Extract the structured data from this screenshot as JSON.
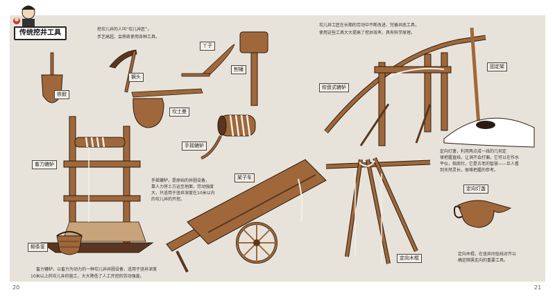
{
  "header": {
    "title": "传统挖井工具"
  },
  "pages": {
    "left_number": "20",
    "right_number": "21"
  },
  "intro": {
    "line1": "挖坎儿井的人叫“坎儿井匠”，",
    "line2": "手艺高超，会熟练使用各种工具。"
  },
  "right_intro": {
    "line1": "坎儿井工匠在长期的劳动中不断改进、完善井底工具，",
    "line2": "使用这些工具大大提高了挖井效率，具有科学原理。"
  },
  "tool_labels": {
    "tiechan": "铁锨",
    "gaotou": "镢头",
    "kantuman": "坎土曼",
    "ganzi": "丫子",
    "paobu": "刨锤",
    "shouyao": "手摇辘轳",
    "jiaoli": "畜力辘轳",
    "pantiaokuang": "柳条筐",
    "jiazi": "架子车",
    "panshi": "绞盘式辘轳",
    "guding": "固定架",
    "dingxiang": "定向木棍",
    "dengzhan": "定向灯盏"
  },
  "descriptions": {
    "shouyao_line1": "手摇辘轳，是原始的井圈设备，",
    "shouyao_line2": "靠人力将土方运至地面，劳动强度",
    "shouyao_line3": "大，只适用于竖井深度在10米以内",
    "shouyao_line4": "的坎儿井的开挖。",
    "jiaoli_line1": "畜力辘轳，以畜力为动力的一种坎儿井井圈设备，适用于竖井深度",
    "jiaoli_line2": "10米以上的坎儿井的施工，大大降低了人工开挖的劳动强度。",
    "dengzhan_line1": "定向灯盏，利用两点成一线的几何定",
    "dengzhan_line2": "律把握直线，让洞不会打偏，它可以在作水",
    "dengzhan_line3": "平仪，指南针。它是古老的智慧——巨人看",
    "dengzhan_line4": "到天然灵长，很难把握的参考。",
    "dingxiang_line1": "定向木棍，在竖井间挂线对齐以",
    "dingxiang_line2": "确定暗渠走向的重要工具。"
  },
  "colors": {
    "background": "#e8e3da",
    "wood": "#a0683a",
    "wood_dark": "#5a3620",
    "outline": "#2a1a10",
    "rope": "#f2f0ea",
    "ground": "#ffffff"
  }
}
